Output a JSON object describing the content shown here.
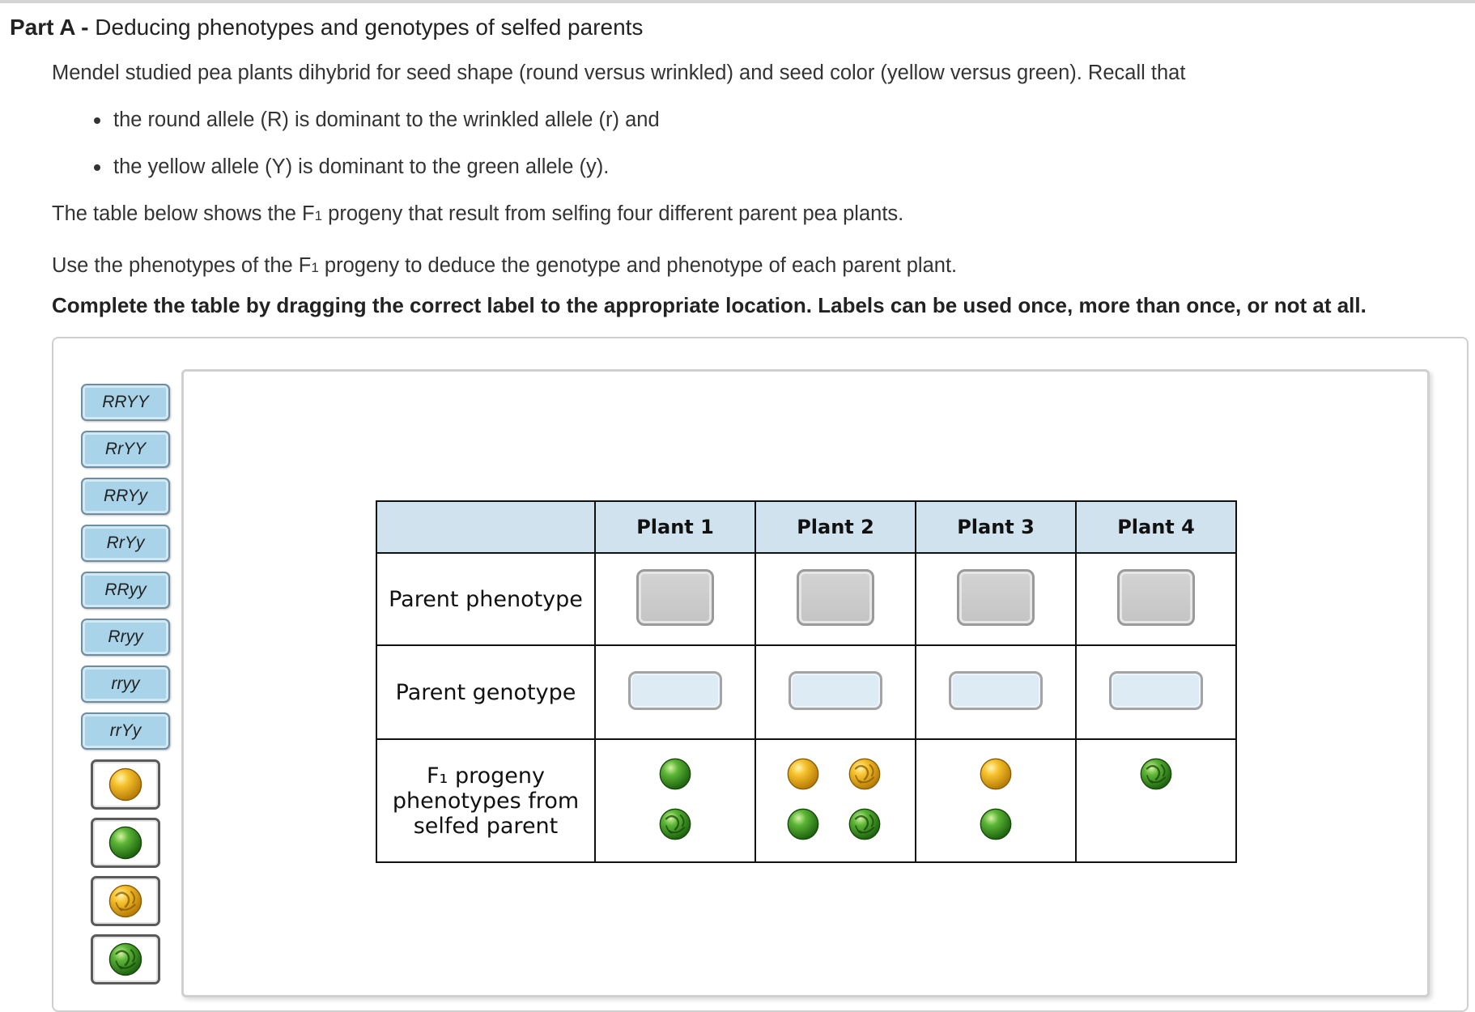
{
  "part": {
    "label": "Part A -",
    "title": "Deducing phenotypes and genotypes of selfed parents"
  },
  "intro": {
    "p1": "Mendel studied pea plants dihybrid for seed shape (round versus wrinkled) and seed color (yellow versus green). Recall that",
    "bullet1": "the round allele (R) is dominant to the wrinkled allele (r) and",
    "bullet2": "the yellow allele (Y) is dominant to the green allele (y).",
    "p2_before": "The table below shows the F",
    "p2_sub": "1",
    "p2_after": " progeny that result from selfing four different parent pea plants.",
    "p3_before": "Use the phenotypes of the F",
    "p3_sub": "1",
    "p3_after": " progeny to deduce the genotype and phenotype of each parent plant.",
    "instruction": "Complete the table by dragging the correct label to the appropriate location. Labels can be used once, more than once, or not at all."
  },
  "labels": [
    "RRYY",
    "RrYY",
    "RRYy",
    "RrYy",
    "RRyy",
    "Rryy",
    "rryy",
    "rrYy"
  ],
  "pea_labels": [
    "yellow-round-pea",
    "green-round-pea",
    "yellow-wrinkled-pea",
    "green-wrinkled-pea"
  ],
  "table": {
    "plants": [
      "Plant 1",
      "Plant 2",
      "Plant 3",
      "Plant 4"
    ],
    "row_phenotype": "Parent phenotype",
    "row_genotype": "Parent genotype",
    "row_progeny_1": "F₁ progeny",
    "row_progeny_2": "phenotypes from",
    "row_progeny_3": "selfed parent",
    "progeny": [
      [
        "green-round",
        "green-wrinkled"
      ],
      [
        "yellow-round",
        "yellow-wrinkled",
        "green-round",
        "green-wrinkled"
      ],
      [
        "yellow-round",
        "green-round"
      ],
      [
        "green-wrinkled"
      ]
    ]
  },
  "colors": {
    "label_fill": "#a9d3e8",
    "header_fill": "#cfe2ee",
    "yellow_pea": "#f2b51e",
    "green_pea": "#4aa32a"
  }
}
